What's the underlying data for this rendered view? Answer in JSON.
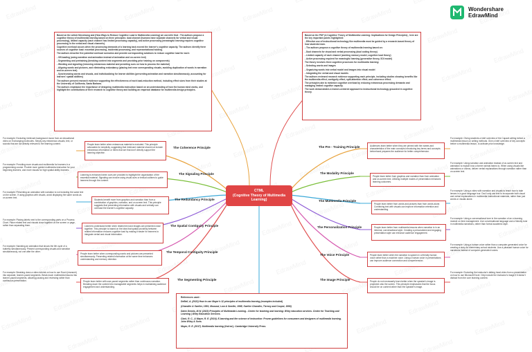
{
  "brand": {
    "line1": "Wondershare",
    "line2": "EdrawMind",
    "color": "#1fb870"
  },
  "colors": {
    "center": "#e04545",
    "box_border": "#d04040"
  },
  "center_title": {
    "line1": "CTML",
    "line2": "(Cognitive Theory of Multimedia",
    "line3": "Learning)"
  },
  "intro_left": [
    "Based on the article McLinkang and (How Ways to Reduce Cognitive Load in Multimedia Learning) we can infer that : The authors propose a cognitive theory of multimedia learning based on three principles: dual channel (humans have separate channels for verbal and visual processing), limited capacity (each channel has limited processing capacity), and active processing (meaningful learning requires cognitive processing in the verbal and visual channels).",
    "Cognitive overload occurs when the processing demands of a learning task exceed the learner's cognitive capacity. The authors identify three sources of cognitive load: essential processing, incidental processing, and representational holding.",
    "The authors describe five potential overload scenarios and provide corresponding solutions to reduce cognitive load for each:",
    "- Off-loading (using narration and animation instead of animation and on-screen text)",
    "- Segmenting and pretraining (breaking content into segments and providing prior training on components)",
    "- Weeding and signaling (removing extraneous material and providing cues on how to process the material)",
    "- Aligning words and pictures, and eliminating redundancy (placing text near corresponding visuals, avoiding duplication of words in narration and on-screen text)",
    "- Synchronizing words and visuals, and individualizing for learner abilities (presenting animation and narration simultaneously, accounting for learners' spatial abilities)",
    "The authors present research evidence supporting the effectiveness of each load-reduction method, including effect sizes from their studies at the University of California, Santa Barbara.",
    "The authors emphasize the importance of designing multimedia instruction based on an understanding of how the human mind works, and highlight the contributions of their research to cognitive theory and building an empirical database for multimedia design principles."
  ],
  "intro_right": [
    "Based on the PDF (A Cognitive Theory of Multimedia Learning: Implications for Design Principles) , here are the key important points highlighted:",
    "- Effective use of instructional technology like multimedia must be guided by a research-based theory of how students learn.",
    "- The authors propose a cognitive theory of multimedia learning based on:",
    "- Dual channels for visual and verbal processing (dual coding theory)",
    "- Limited capacity of each channel (working memory model, cognitive load theory)",
    "- Active processing required for meaningful learning (generative theory, SOI model)",
    "The theory involves three cognitive processes for multimedia learning:",
    "- Selecting words and images",
    "- Organizing words into verbal model and images into visual model",
    "- Integrating the verbal and visual models",
    "The authors reviewed research evidence supporting each principle, including studies showing benefits like the multimedia effect, contiguity effect, split-attention effect, and coherence effect.",
    "The principles aim to minimize cognitive overload by reducing extraneous processing demands and managing limited cognitive capacity.",
    "The work demonstrates a learner-centered approach to instructional technology grounded in cognitive theory."
  ],
  "left_branches": [
    {
      "topic": "The Coherence Principle",
      "desc": "People learn better when extraneous material is excluded. This principle advocates for simplicity, suggesting that irrelevant material should not include extraneous information or items that are that don't directly support the learning objective.",
      "example": "For example: Excluding irrelevant background music from an educational video on Exchanging molecules. Simply any extraneous visuals, text, or sounds that are not directly relevant to the learning content."
    },
    {
      "topic": "The Signaling Principle",
      "desc": "Learning is enhanced when cues are provided to highlight the organization of the essential material. Signaling can involve using visual cues or textual outlines to guide learners through the content.",
      "example": "For example: Providing more visuals and multimedia for learners in a programming course. Provide more guided multimedia instruction for your beginning learners, and more visuals for high spatial ability learners."
    },
    {
      "topic": "The Redundancy Principle",
      "desc": "Students benefit more from graphics and narration than from a combination of graphics, narration, and on-screen text. This principle suggests that presenting information with visuals and verbally can overload the learner's cognitive capacity.",
      "example": "For example: Presenting an animation with narration to not including the same text on the screen. If using graphics with visuals, avoid displaying the same words as on-screen text."
    },
    {
      "topic": "The Spatial Contiguity Principle",
      "desc": "Learners understand better when related text and images are presented close together. This principle is based on the idea that spatial proximity between related information reduces cognitive load by making it easier for learners to integrate verbal and visual information.",
      "example": "For example: Placing labels next to the corresponding parts on a Process Chart. Place related text and visuals close together on the screen or page, rather than separating them."
    },
    {
      "topic": "The Temporal Contiguity Principle",
      "desc": "People learn better when corresponding words and pictures are presented simultaneously. Presenting related information at the same time enhances understanding and memory retention.",
      "example": "For example: Narrating an animation that shows the life cycle of a butterfly simultaneously. Present corresponding visuals and narration simultaneously, not one after the other."
    },
    {
      "topic": "The Segmenting Principle",
      "desc": "People learn better with user-paced segments rather than continuous narration. Breaking down the content into manageable segments helps in maintaining audience engagement and understanding.",
      "example": "For example: Breaking down a video tutorial on how to use Excel (research) into separate, learner-paced segments. Break down multimedia lessons into learner-paced segments, allowing pausing and reviewing rather than continuous presentation."
    }
  ],
  "right_branches": [
    {
      "topic": "The Pre - Training Principle",
      "desc": "Audiences learn better when they are primed with the names and characteristics of the main concepts introducing key terms and concepts beforehand prepares the audience for better comprehension.",
      "example": "For example: Giving students a brief overview of the Capacit writing before a multimedia lesson on writing methods. Give a brief overview of key concepts before a multimedia lesson, to activate prior knowledge."
    },
    {
      "topic": "The Modality Principle",
      "desc": "People learn better from graphics and narration than from animation and on-screen text. Utilizing multiple modes of presentation enhances learning outcomes.",
      "example": "For example: Using narration and animation instead of on-screen text and animation to explain how a former animal learns to. When using visuals like animations or videos, deliver verbal explanations through narration rather than on-screen text."
    },
    {
      "topic": "The Multimedia Principle",
      "desc": "People learn better from words and pictures than from words alone. Combining text with visuals can improve information retention and understanding.",
      "example": "For example: Using a video with narration and visuals to teach how to take lenses in a good language tour. Don't only use text to incorporate both visual and verbal explanations in multimedia instructional materials, rather than just words or visuals alone."
    },
    {
      "topic": "The Personalization Principle",
      "desc": "People learn better from multimedia lessons when narration is in an informal, conversational style. Creating a personalized and engaging presentation style can enhance audience engagement.",
      "example": "For example: Using a conversational tone in the narration of an e-learning module on time management. Use conversational language and a friendly tone in multimedia narrations, rather than formal academic style."
    },
    {
      "topic": "The Voice Principle",
      "desc": "People learn better when the narration is spoken in a friendly human voice rather than a machine voice. Using a human voice in presentations can improve audience connection and comprehension.",
      "example": "For example: Using a human voice rather than a computer-generated voice for creating a story for elementary school students. Use a pleasant human voice for narrations instead of computer-generated voices."
    },
    {
      "topic": "The Image Principle",
      "desc": "People do not necessarily learn better when the speaker's image is projected onto the screen. This principle emphasizes that the focus should be on content rather than the speaker's image.",
      "example": "For example: Excluding the instructor's talking head video from a presentation on how to use Microsoft Excel. Only include the instructor's image if it doesn't distract from the core learning content."
    }
  ],
  "references": {
    "title": "References used :",
    "items": [
      "DeBell, A. (2022) How to use Mayer's 12 principles of multimedia learning (examples included)",
      "(Chandler & Sweller, 1991; Mousavi, Low & Sweller, 1995; Sweller Chandler, Tierney and Cooper, 1990)",
      "Dalee Dennis, M.W. (2023) Principles of Multimedia Learning - Center for teaching and learning: Wiley education services. Center for Teaching and Learning | Wiley Education Services.",
      "Clark, R. C., & Mayer, R. E. (2016). E-learning and the science of instruction: Proven guidelines for consumers and designers of multimedia learning. John Wiley & Sons.",
      "Mayer, R. E. (2017). Multimedia learning (2nd ed.). Cambridge University Press."
    ]
  }
}
